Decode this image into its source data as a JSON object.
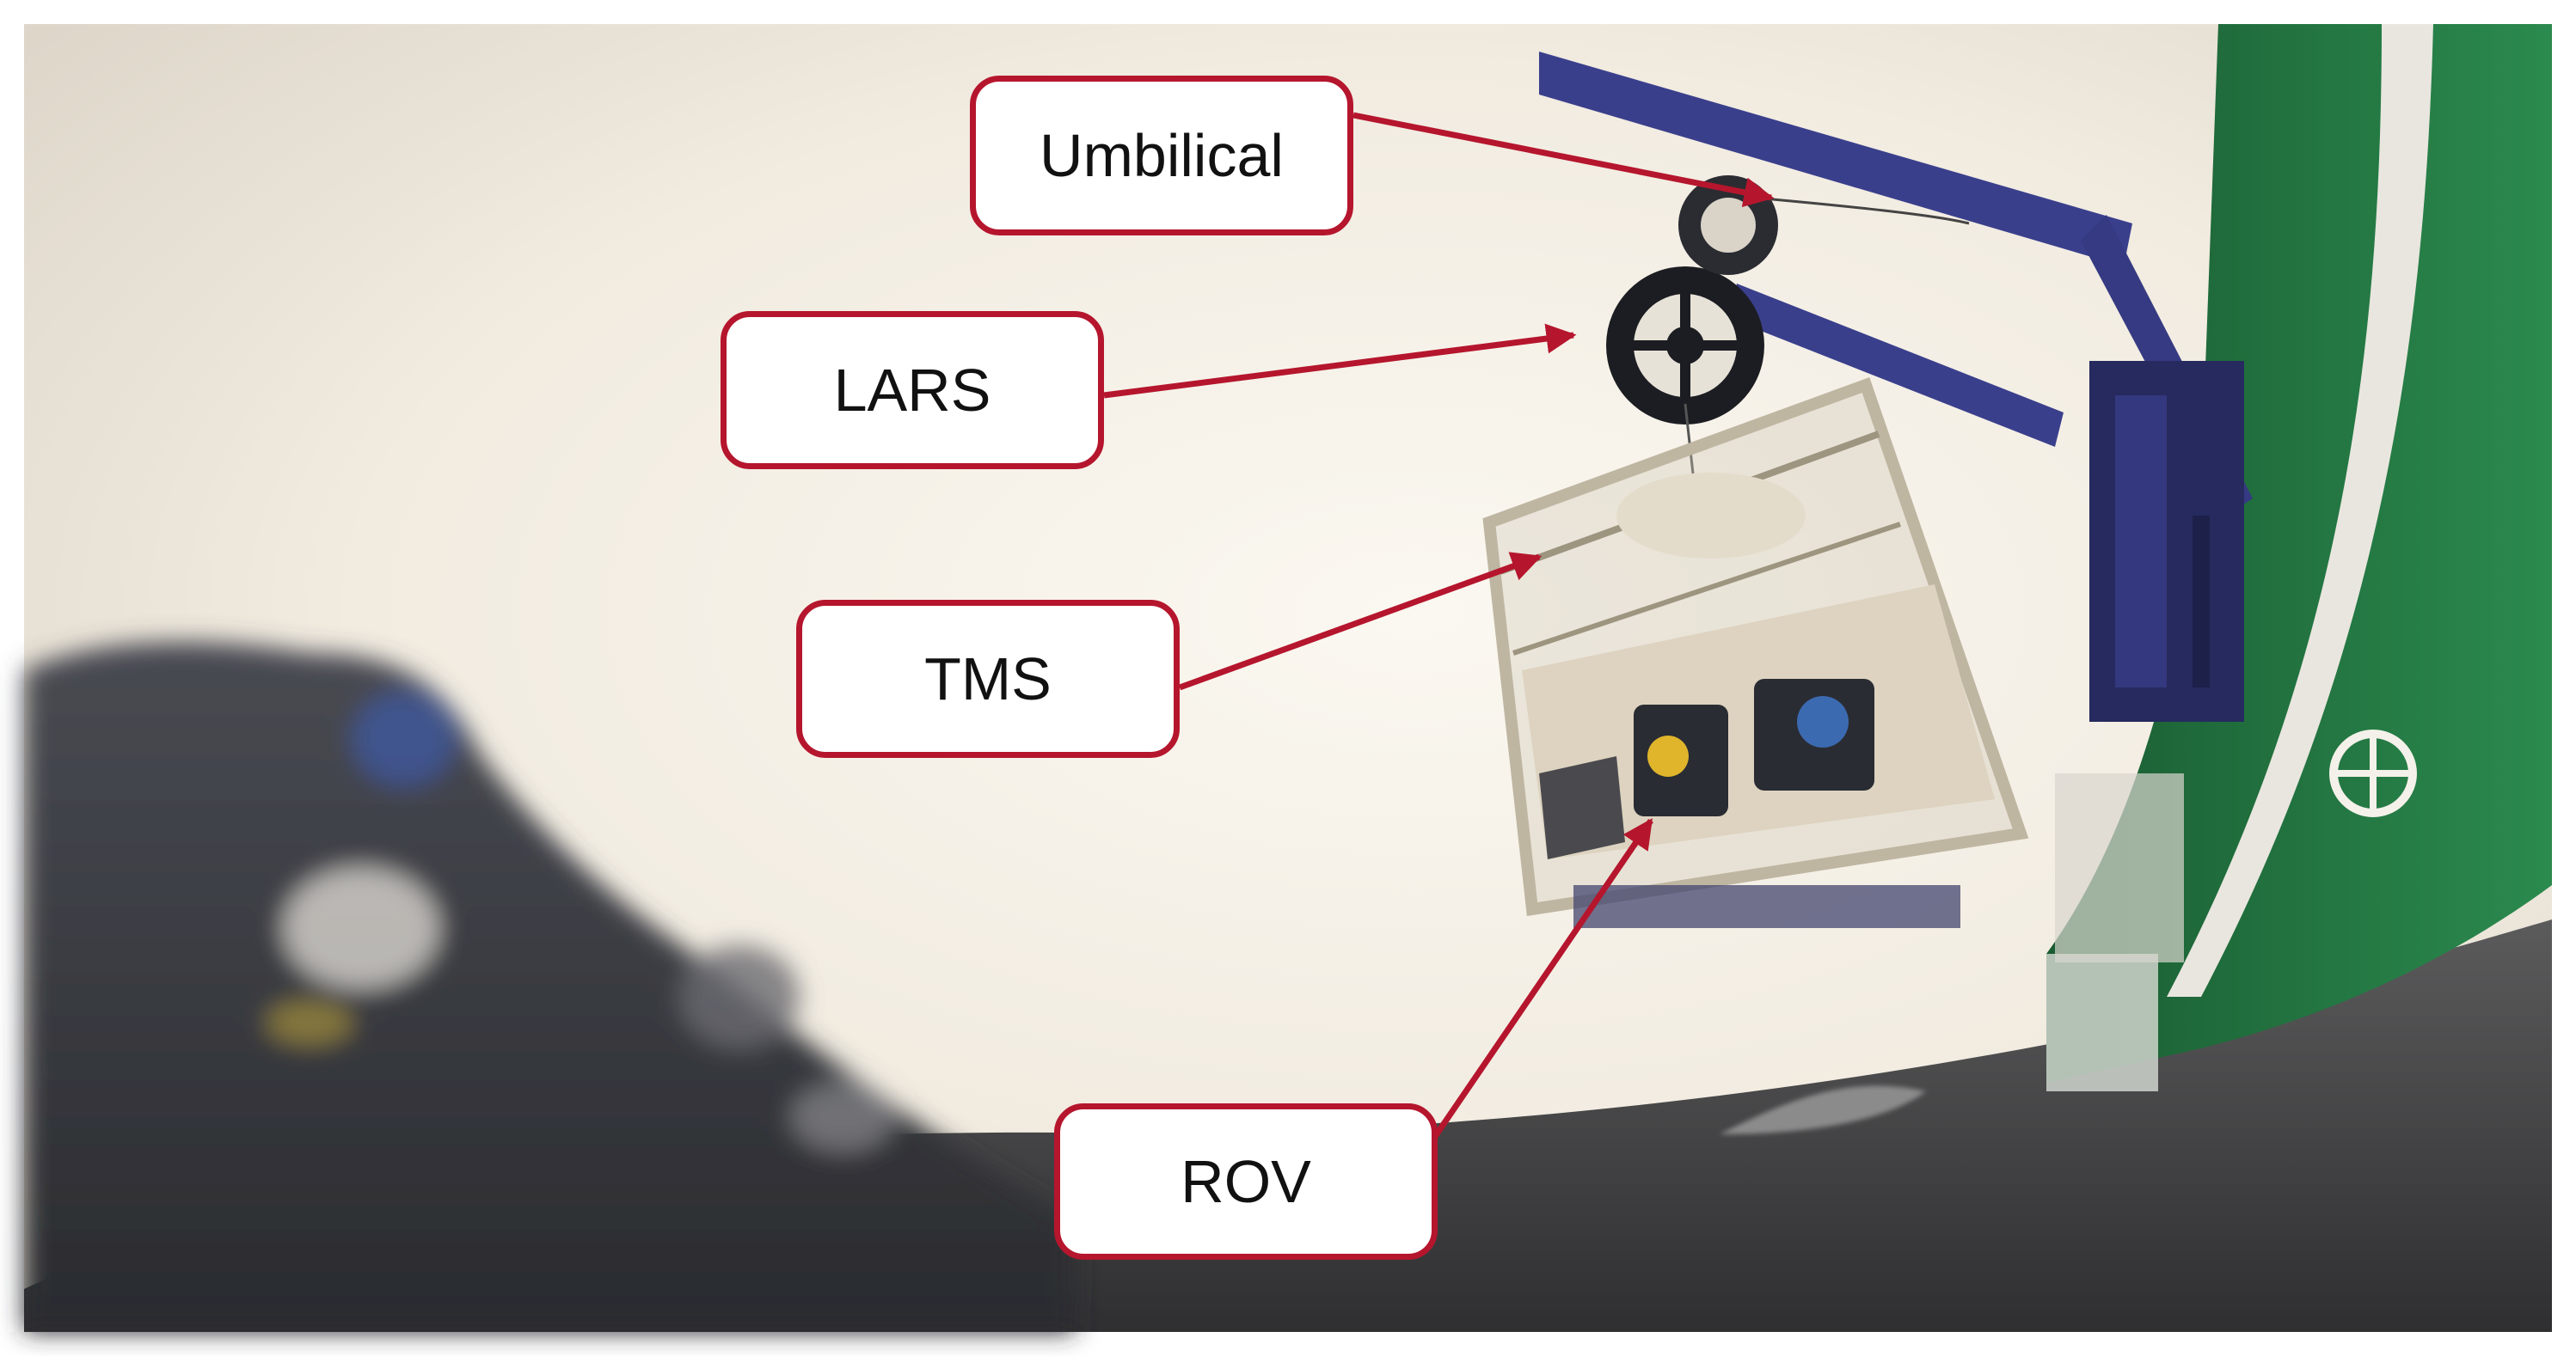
{
  "labels": {
    "umbilical": "Umbilical",
    "lars": "LARS",
    "tms": "TMS",
    "rov": "ROV"
  },
  "colors": {
    "callout": "#b5162d",
    "hull": "#1e6b3a",
    "crane": "#3a3f8c",
    "sky": "#f3efe6",
    "sea": "#3e3e40"
  },
  "photo": {
    "subjects": [
      "ship-hull",
      "crane-arm",
      "sheave-wheel",
      "tms-cage",
      "rov",
      "sea-surface",
      "water-droplets"
    ]
  }
}
